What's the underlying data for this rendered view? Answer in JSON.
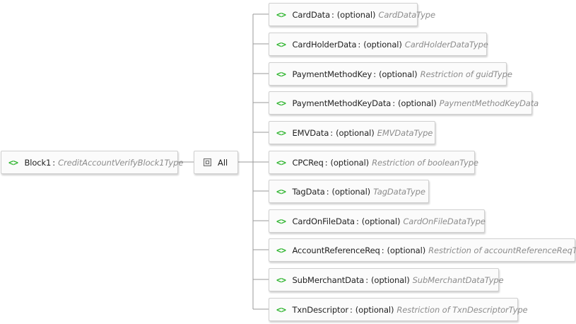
{
  "root": {
    "name": "Block1",
    "separator": ":",
    "type": "CreditAccountVerifyBlock1Type",
    "icon": "element-icon"
  },
  "compositor": {
    "label": "All",
    "icon": "all-compositor-icon"
  },
  "children": [
    {
      "name": "CardData",
      "separator": ":",
      "optional": "(optional)",
      "type": "CardDataType"
    },
    {
      "name": "CardHolderData",
      "separator": ":",
      "optional": "(optional)",
      "type": "CardHolderDataType"
    },
    {
      "name": "PaymentMethodKey",
      "separator": ":",
      "optional": "(optional)",
      "type": "Restriction of guidType"
    },
    {
      "name": "PaymentMethodKeyData",
      "separator": ":",
      "optional": "(optional)",
      "type": "PaymentMethodKeyData"
    },
    {
      "name": "EMVData",
      "separator": ":",
      "optional": "(optional)",
      "type": "EMVDataType"
    },
    {
      "name": "CPCReq",
      "separator": ":",
      "optional": "(optional)",
      "type": "Restriction of booleanType"
    },
    {
      "name": "TagData",
      "separator": ":",
      "optional": "(optional)",
      "type": "TagDataType"
    },
    {
      "name": "CardOnFileData",
      "separator": ":",
      "optional": "(optional)",
      "type": "CardOnFileDataType"
    },
    {
      "name": "AccountReferenceReq",
      "separator": ":",
      "optional": "(optional)",
      "type": "Restriction of accountReferenceReqType"
    },
    {
      "name": "SubMerchantData",
      "separator": ":",
      "optional": "(optional)",
      "type": "SubMerchantDataType"
    },
    {
      "name": "TxnDescriptor",
      "separator": ":",
      "optional": "(optional)",
      "type": "Restriction of TxnDescriptorType"
    }
  ],
  "colors": {
    "element_icon": "#2fb52f",
    "type_text": "#8c8c8c",
    "connector": "#9a9a9a"
  }
}
